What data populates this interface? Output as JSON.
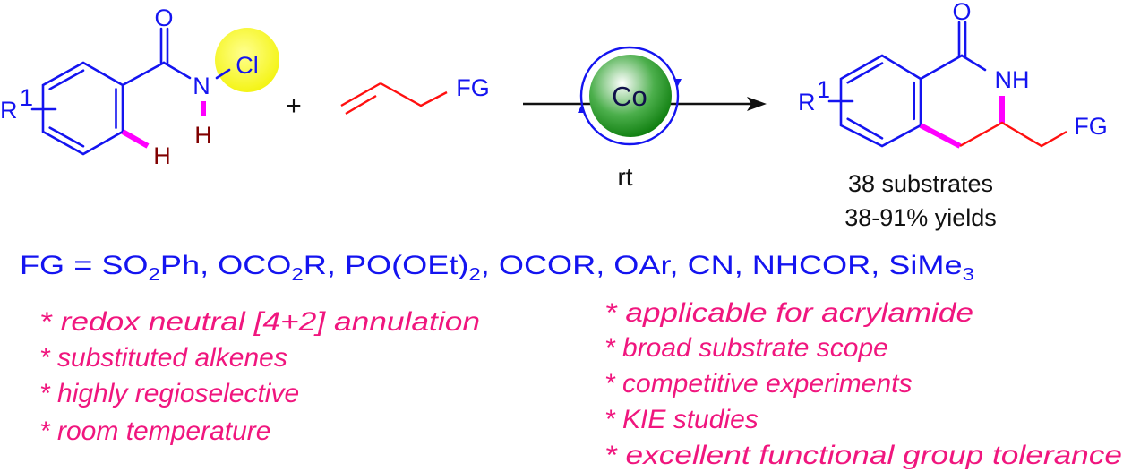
{
  "reactant_amide": {
    "oxygen": "O",
    "nitrogen": "N",
    "chlorine": "Cl",
    "n_hydrogen": "H",
    "aryl_hydrogen": "H",
    "substituent": "R",
    "substituent_superscript": "1"
  },
  "plus": "+",
  "alkene": {
    "group": "FG"
  },
  "catalyst": {
    "metal": "Co",
    "condition": "rt"
  },
  "product": {
    "oxygen": "O",
    "amine": "NH",
    "substituent": "R",
    "substituent_superscript": "1",
    "group": "FG"
  },
  "stats": {
    "substrates": "38 substrates",
    "yields": "38-91% yields"
  },
  "fg_line": [
    {
      "text": "FG = SO"
    },
    {
      "sub": "2"
    },
    {
      "text": "Ph, OCO"
    },
    {
      "sub": "2"
    },
    {
      "text": "R, PO(OEt)"
    },
    {
      "sub": "2"
    },
    {
      "text": ", OCOR, OAr, CN, NHCOR, SiMe"
    },
    {
      "sub": "3"
    }
  ],
  "features_left": [
    "* redox neutral [4+2] annulation",
    "* substituted alkenes",
    "* highly regioselective",
    "* room temperature"
  ],
  "features_right": [
    "* applicable for acrylamide",
    "* broad substrate scope",
    "* competitive experiments",
    "* KIE studies",
    "* excellent functional group tolerance"
  ],
  "colors": {
    "bond_blue": "#1414f0",
    "alkene_red": "#ff1010",
    "highlight_magenta": "#ff00ff",
    "hydrogen_darkred": "#800000",
    "feature_pink": "#f0167e",
    "cobalt_green": "#0a8a0a",
    "chlorine_yellow": "#ffff30"
  }
}
